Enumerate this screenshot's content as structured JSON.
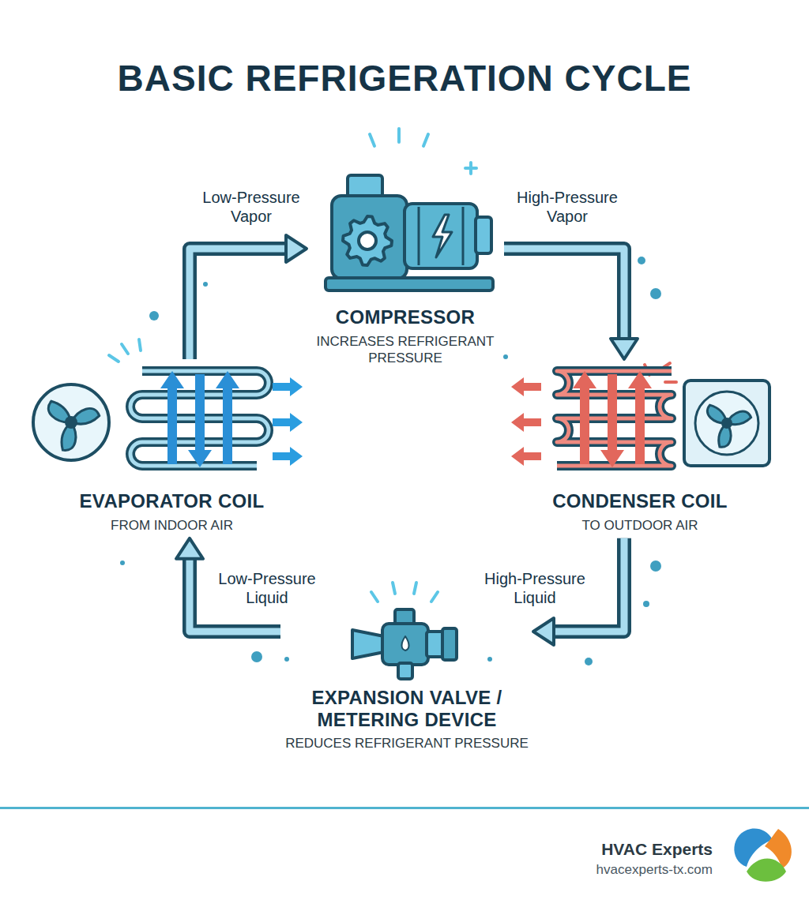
{
  "diagram": {
    "title": "BASIC REFRIGERATION CYCLE",
    "nodes": [
      {
        "text": [
          "COMPRESSOR",
          "INCREASES REFRIGERANT PRESSURE"
        ]
      },
      {
        "text": [
          "EVAPORATOR COIL",
          "FROM INDOOR AIR"
        ]
      },
      {
        "text": [
          "CONDENSER COIL",
          "TO OUTDOOR AIR"
        ]
      },
      {
        "text": [
          "EXPANSION VALVE / METERING DEVICE",
          "REDUCES REFRIGERANT PRESSURE"
        ]
      }
    ],
    "edges": [
      {
        "from": 1,
        "to": 0,
        "label": "Low-Pressure Vapor",
        "arrow": "to"
      },
      {
        "from": 0,
        "to": 2,
        "label": "High-Pressure Vapor",
        "arrow": "to"
      },
      {
        "from": 2,
        "to": 3,
        "label": "High-Pressure Liquid",
        "arrow": "to"
      },
      {
        "from": 3,
        "to": 1,
        "label": "Low-Pressure Liquid",
        "arrow": "to"
      }
    ],
    "labels": [
      "HVAC Experts",
      "hvacexperts-tx.com"
    ]
  }
}
